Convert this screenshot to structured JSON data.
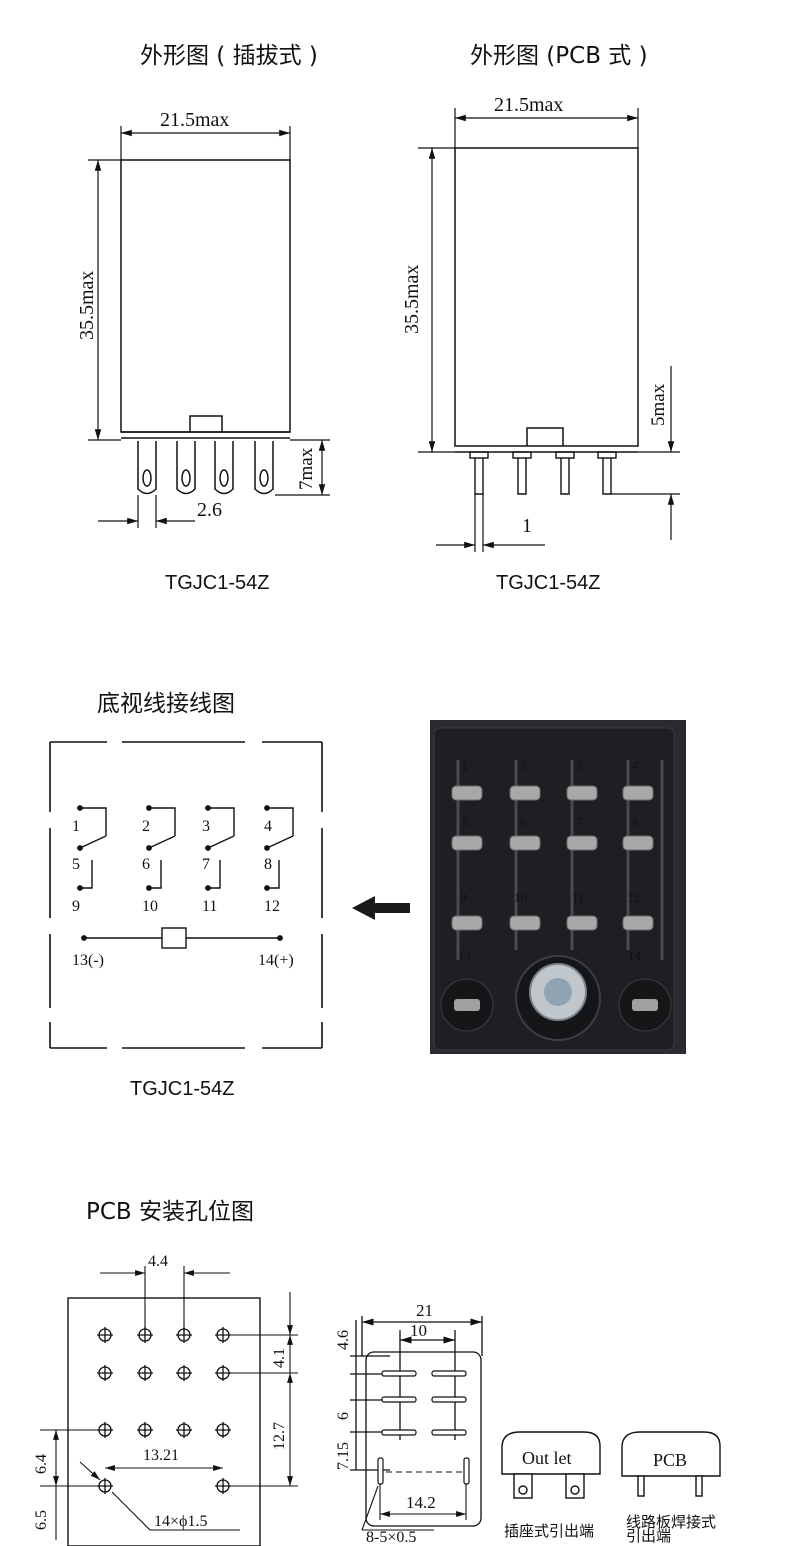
{
  "sections": {
    "plugin_title": "外形图 ( 插拔式 )",
    "pcb_title": "外形图 (PCB 式 )",
    "bottom_view_title": "底视线接线图",
    "pcb_holes_title": "PCB 安装孔位图"
  },
  "models": {
    "plugin": "TGJC1-54Z",
    "pcb": "TGJC1-54Z",
    "bottom": "TGJC1-54Z"
  },
  "dims_plugin": {
    "width": "21.5max",
    "height": "35.5max",
    "pin_len": "7max",
    "pin_pitch": "2.6"
  },
  "dims_pcb": {
    "width": "21.5max",
    "height": "35.5max",
    "pin_len": "5max",
    "pin_w": "1"
  },
  "wiring": {
    "nums": [
      "1",
      "2",
      "3",
      "4",
      "5",
      "6",
      "7",
      "8",
      "9",
      "10",
      "11",
      "12"
    ],
    "coil_minus": "13(-)",
    "coil_plus": "14(+)"
  },
  "photo": {
    "labels": [
      "1",
      "2",
      "3",
      "4",
      "5",
      "6",
      "7",
      "8",
      "9",
      "10",
      "11",
      "12",
      "13",
      "14"
    ]
  },
  "holes": {
    "top": "4.4",
    "right1": "4.1",
    "right2": "12.7",
    "mid": "13.21",
    "left1": "6.4",
    "left2": "6.5",
    "dia": "14×ϕ1.5"
  },
  "socket": {
    "w": "21",
    "inner": "10",
    "v1": "4.6",
    "v2": "6",
    "v3": "7.15",
    "bottom": "14.2",
    "slots": "8-5×0.5"
  },
  "terminals": {
    "outlet": "Out let",
    "pcb": "PCB",
    "outlet_desc": "插座式引出端",
    "pcb_desc_1": "线路板焊接式",
    "pcb_desc_2": "引出端"
  },
  "colors": {
    "line": "#111111",
    "photo_bg": "#2a2b2f",
    "pin": "#9a9a9a"
  }
}
